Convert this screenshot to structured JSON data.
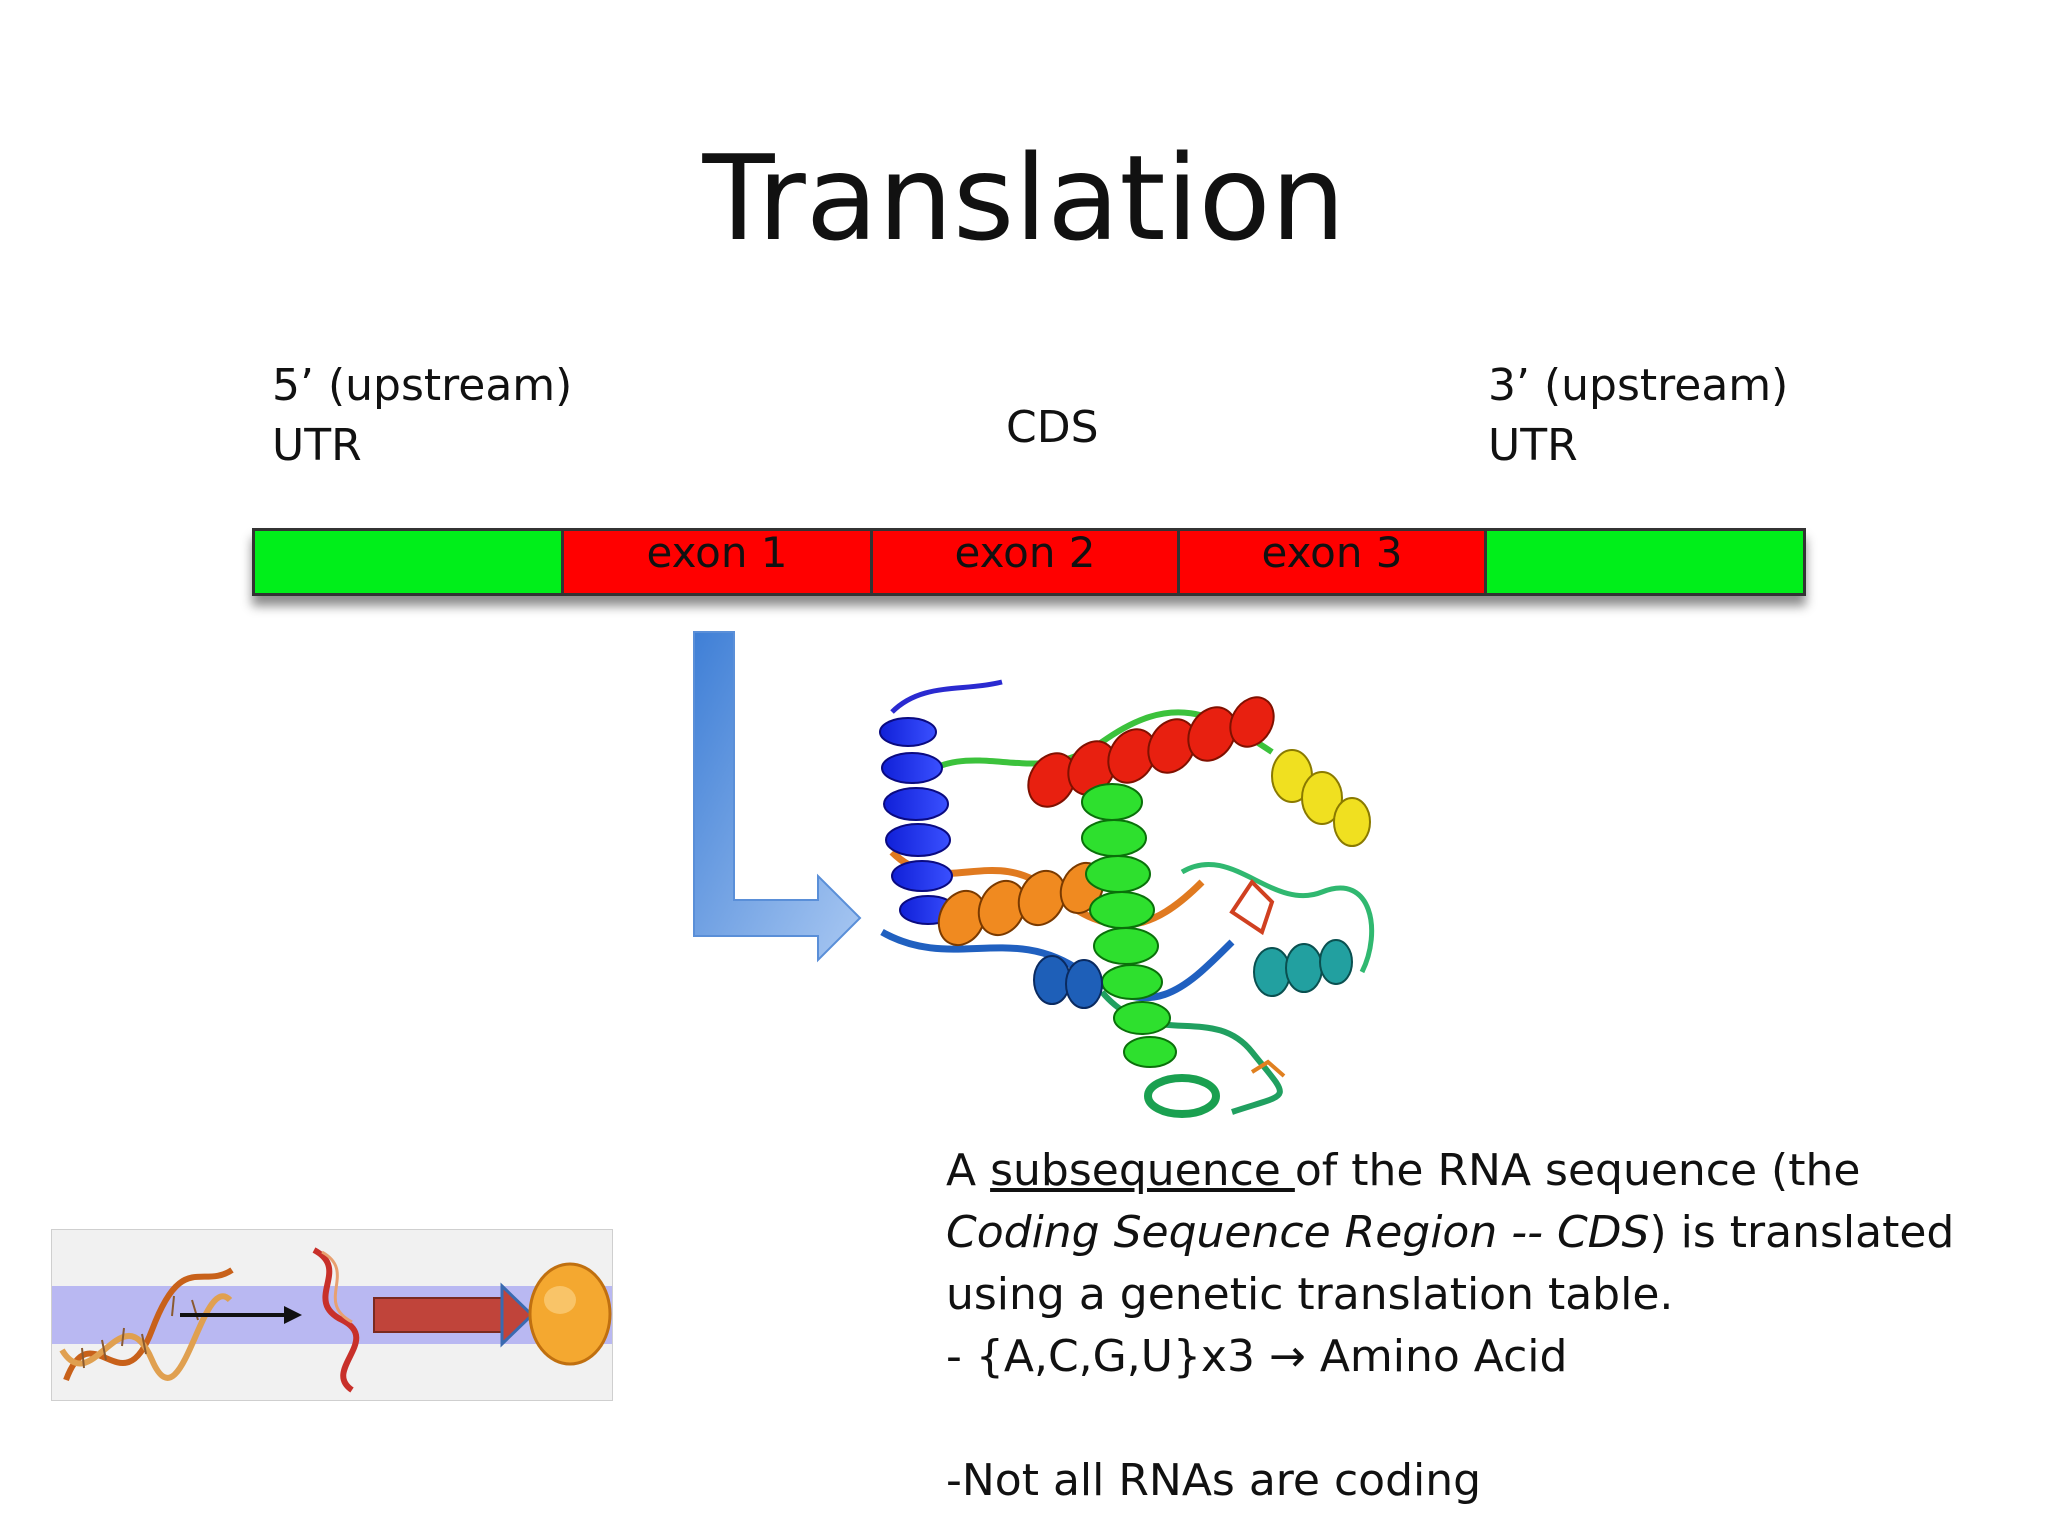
{
  "slide": {
    "title": "Translation",
    "utr5": {
      "line1": "5’ (upstream)",
      "line2": "UTR"
    },
    "utr3": {
      "line1": "3’ (upstream)",
      "line2": "UTR"
    },
    "cds_label": "CDS",
    "segments": [
      {
        "kind": "utr",
        "label": "",
        "color": "#00ef1a"
      },
      {
        "kind": "exon",
        "label": "exon 1",
        "color": "#ff0000"
      },
      {
        "kind": "exon",
        "label": "exon 2",
        "color": "#ff0000"
      },
      {
        "kind": "exon",
        "label": "exon 3",
        "color": "#ff0000"
      },
      {
        "kind": "utr",
        "label": "",
        "color": "#00ef1a"
      }
    ],
    "description": {
      "prefix": "A ",
      "underlined": "subsequence ",
      "rest1": "of the RNA sequence (the",
      "italic": "Coding Sequence Region -- CDS",
      "rest2": ") is translated",
      "line3": "using a genetic translation table.",
      "rule_prefix": "- {A,C,G,U}x3 ",
      "rule_arrow": "→",
      "rule_suffix": " Amino Acid",
      "note": "-Not all RNAs are coding"
    },
    "icons": {
      "process_arrow": "blue-l-arrow-icon",
      "protein": "protein-structure-icon",
      "dogma": "dna-rna-protein-icon"
    }
  }
}
